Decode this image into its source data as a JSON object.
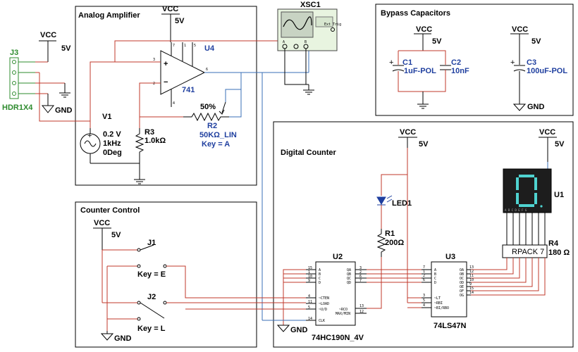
{
  "sections": {
    "analog": "Analog Amplifier",
    "bypass": "Bypass Capacitors",
    "digital": "Digital Counter",
    "control": "Counter Control"
  },
  "supply": {
    "vcc": "VCC",
    "v5": "5V",
    "gnd": "GND"
  },
  "scope": {
    "name": "XSC1",
    "trig": "Ext Trig"
  },
  "header": {
    "ref": "J3",
    "part": "HDR1X4"
  },
  "opamp": {
    "ref": "U4",
    "part": "741"
  },
  "source": {
    "ref": "V1",
    "amp": "0.2 V",
    "freq": "1kHz",
    "phase": "0Deg"
  },
  "r3": {
    "ref": "R3",
    "value": "1.0kΩ"
  },
  "r2": {
    "ref": "R2",
    "value": "50KΩ_LIN",
    "key": "Key = A",
    "pct": "50%"
  },
  "caps": [
    {
      "ref": "C1",
      "value": "1uF-POL"
    },
    {
      "ref": "C2",
      "value": "10nF"
    },
    {
      "ref": "C3",
      "value": "100uF-POL"
    }
  ],
  "led": {
    "ref": "LED1"
  },
  "r1": {
    "ref": "R1",
    "value": "200Ω"
  },
  "display": {
    "ref": "U1"
  },
  "rpack": {
    "ref": "R4",
    "part": "RPACK 7",
    "value": "180 Ω"
  },
  "u2": {
    "ref": "U2",
    "part": "74HC190N_4V"
  },
  "u3": {
    "ref": "U3",
    "part": "74LS47N"
  },
  "j1": {
    "ref": "J1",
    "key": "Key = E"
  },
  "j2": {
    "ref": "J2",
    "key": "Key = L"
  }
}
